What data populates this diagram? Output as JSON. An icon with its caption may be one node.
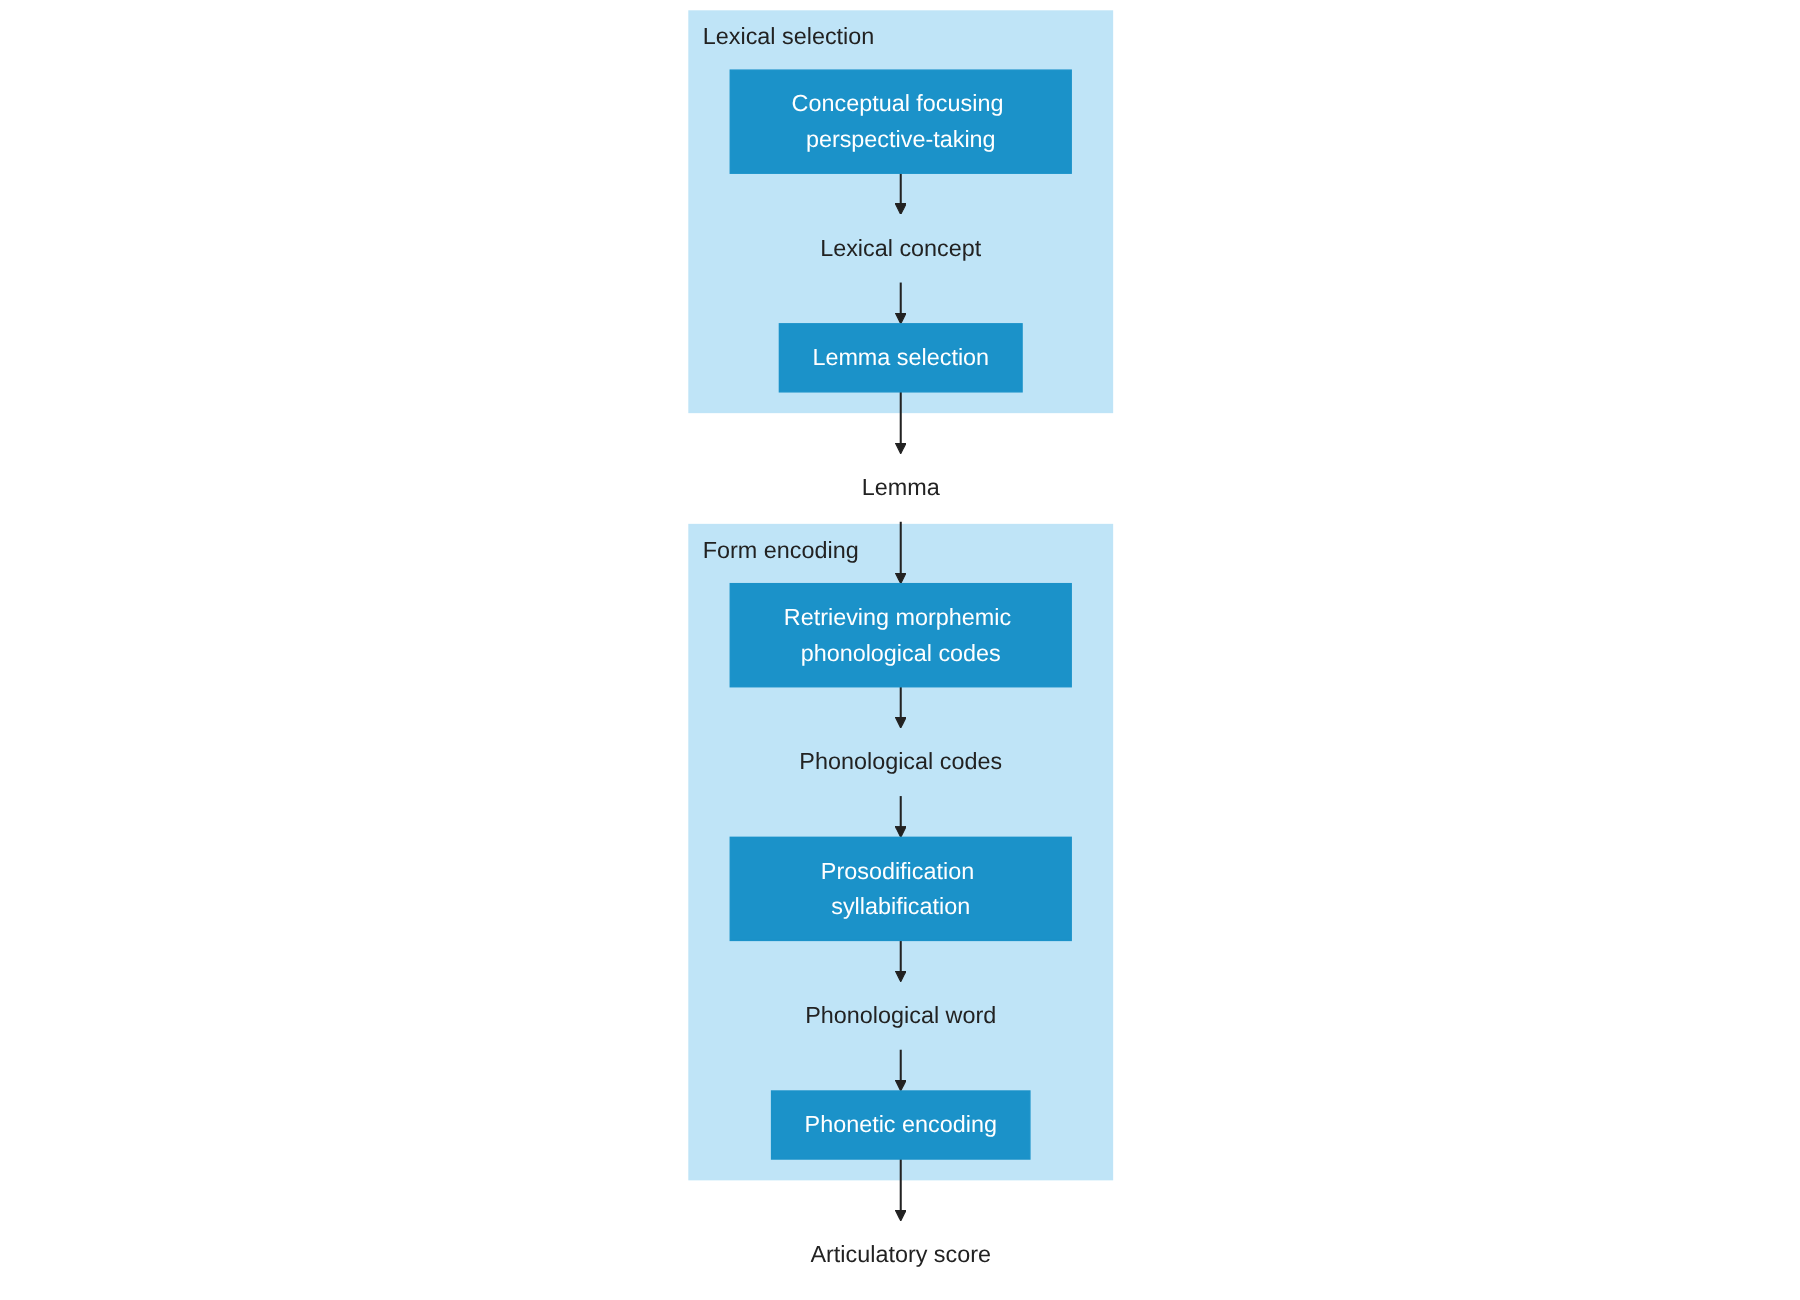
{
  "diagram": {
    "nodes": [
      {
        "text": [
          "Lexical selection"
        ]
      },
      {
        "text": [
          "Conceptual focusing perspective-taking"
        ],
        "in": 0
      },
      {
        "text": [
          "Lexical concept"
        ],
        "in": 0
      },
      {
        "text": [
          "Lemma selection"
        ],
        "in": 0
      },
      {
        "text": [
          "Lemma"
        ]
      },
      {
        "text": [
          "Form encoding"
        ]
      },
      {
        "text": [
          "Retrieving morphemic phonological codes"
        ],
        "in": 5
      },
      {
        "text": [
          "Phonological codes"
        ],
        "in": 5
      },
      {
        "text": [
          "Prosodification syllabification"
        ],
        "in": 5
      },
      {
        "text": [
          "Phonological word"
        ],
        "in": 5
      },
      {
        "text": [
          "Phonetic encoding"
        ],
        "in": 5
      },
      {
        "text": [
          "Articulatory score"
        ]
      }
    ],
    "edges": [
      {
        "from": 1,
        "to": 2,
        "arrow": "to"
      },
      {
        "from": 2,
        "to": 3,
        "arrow": "to"
      },
      {
        "from": 3,
        "to": 4,
        "arrow": "to"
      },
      {
        "from": 4,
        "to": 6,
        "arrow": "to"
      },
      {
        "from": 6,
        "to": 7,
        "arrow": "to"
      },
      {
        "from": 7,
        "to": 8,
        "arrow": "to"
      },
      {
        "from": 8,
        "to": 9,
        "arrow": "to"
      },
      {
        "from": 9,
        "to": 10,
        "arrow": "to"
      },
      {
        "from": 10,
        "to": 11,
        "arrow": "to"
      }
    ]
  }
}
